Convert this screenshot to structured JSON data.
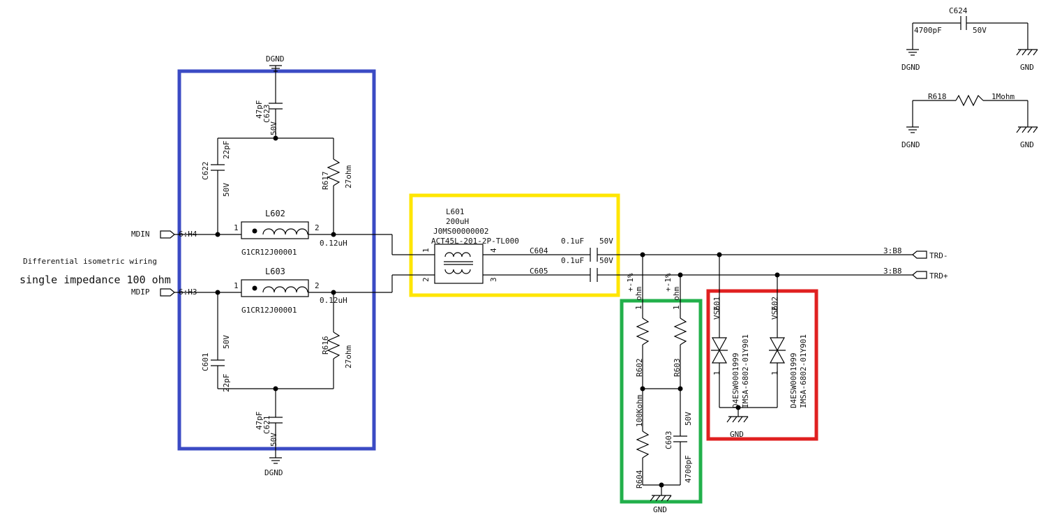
{
  "nets": {
    "dgnd": "DGND",
    "gnd": "GND",
    "mdin": "MDIN",
    "mdip": "MDIP",
    "mdin_ref": "6:H4",
    "mdip_ref": "6:H3",
    "trd_minus": "TRD-",
    "trd_plus": "TRD+",
    "trd_ref": "3:B8"
  },
  "notes": {
    "line1": "Differential isometric wiring",
    "line2": "single impedance 100 ohm"
  },
  "components": {
    "c623": {
      "ref": "C623",
      "value": "47pF",
      "voltage": "50V"
    },
    "c622": {
      "ref": "C622",
      "value": "22pF",
      "voltage": "50V"
    },
    "r617": {
      "ref": "R617",
      "value": "27ohm"
    },
    "l602": {
      "ref": "L602",
      "part": "G1CR12J00001",
      "value": "0.12uH"
    },
    "l603": {
      "ref": "L603",
      "part": "G1CR12J00001",
      "value": "0.12uH"
    },
    "c601": {
      "ref": "C601",
      "value": "22pF",
      "voltage": "50V"
    },
    "r616": {
      "ref": "R616",
      "value": "27ohm"
    },
    "c621": {
      "ref": "C621",
      "value": "47pF",
      "voltage": "50V"
    },
    "l601": {
      "ref": "L601",
      "value": "200uH",
      "part": "J0MS00000002",
      "model": "ACT45L-201-2P-TL000"
    },
    "c604": {
      "ref": "C604",
      "value": "0.1uF",
      "voltage": "50V"
    },
    "c605": {
      "ref": "C605",
      "value": "0.1uF",
      "voltage": "50V"
    },
    "r602": {
      "ref": "R602",
      "value": "1 ohm",
      "tol": "+-1%"
    },
    "r603": {
      "ref": "R603",
      "value": "1 ohm",
      "tol": "+-1%"
    },
    "r604": {
      "ref": "R604",
      "value": "100Kohm"
    },
    "c603": {
      "ref": "C603",
      "value": "4700pF",
      "voltage": "50V"
    },
    "vs601": {
      "ref": "VS601",
      "part": "D4ESW0001999",
      "model": "IMSA-6802-01Y901"
    },
    "vs602": {
      "ref": "VS602",
      "part": "D4ESW0001999",
      "model": "IMSA-6802-01Y901"
    },
    "c624": {
      "ref": "C624",
      "value": "4700pF",
      "voltage": "50V"
    },
    "r618": {
      "ref": "R618",
      "value": "1Mohm"
    }
  },
  "pins": {
    "p1": "1",
    "p2": "2",
    "p3": "3",
    "p4": "4"
  },
  "highlights": {
    "blue": "#3b4bc4",
    "yellow": "#ffe600",
    "green": "#22b04b",
    "red": "#e02020"
  }
}
